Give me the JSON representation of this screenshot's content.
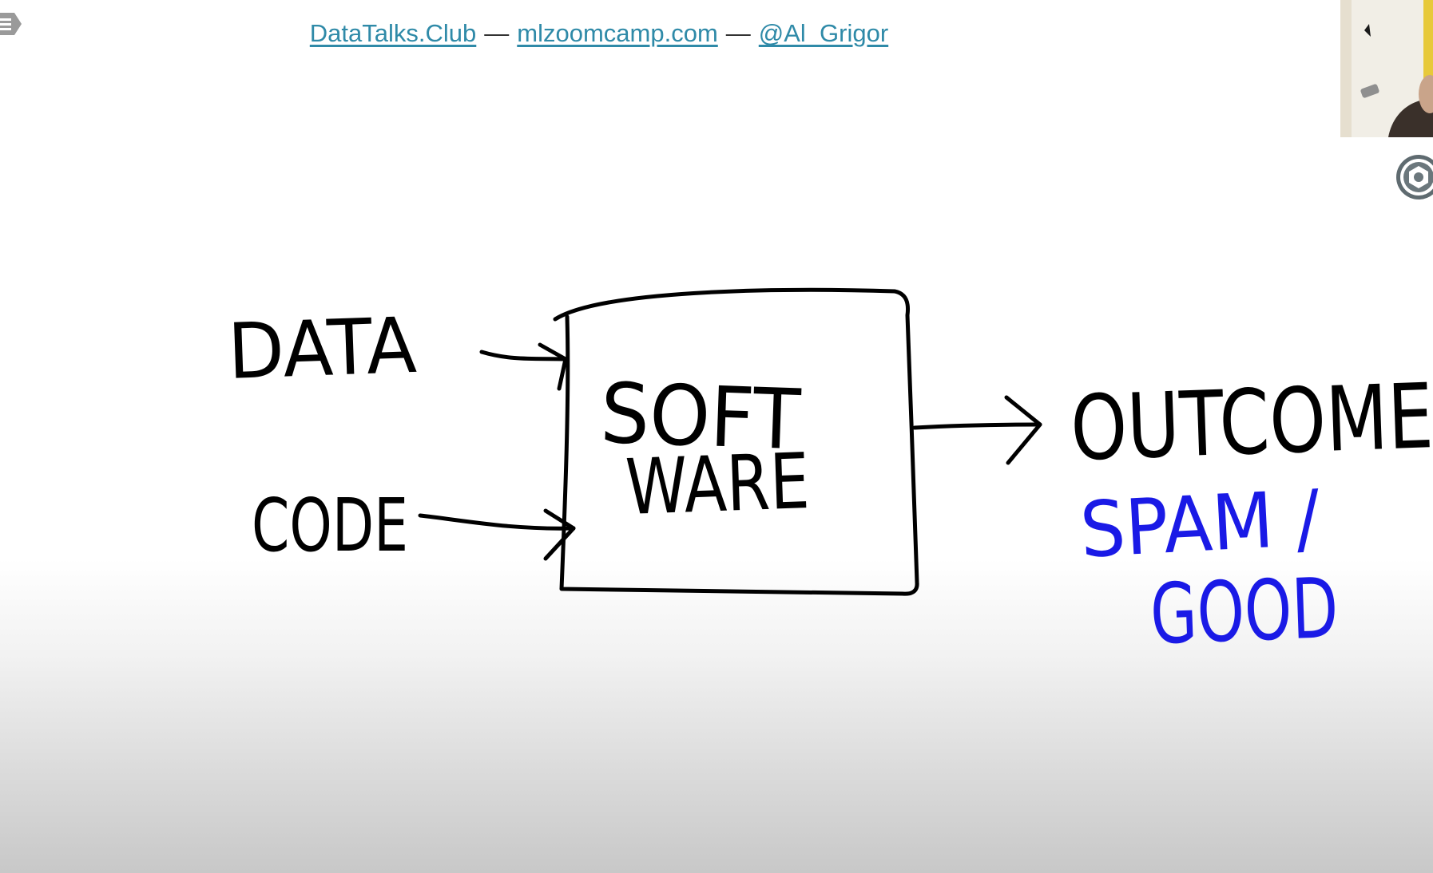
{
  "header": {
    "link1": "DataTalks.Club",
    "separator": "—",
    "link2": "mlzoomcamp.com",
    "link3": "@Al_Grigor"
  },
  "diagram": {
    "input_top": "DATA",
    "input_bottom": "CODE",
    "box_line1": "SOFT",
    "box_line2": "WARE",
    "output": "OUTCOME",
    "outcome_line1": "SPAM /",
    "outcome_line2": "GOOD"
  },
  "colors": {
    "ink": "#000000",
    "blue_ink": "#1a1ae6",
    "link": "#2f8aa8"
  },
  "icons": {
    "menu": "hamburger-icon",
    "settings": "gear-icon"
  }
}
